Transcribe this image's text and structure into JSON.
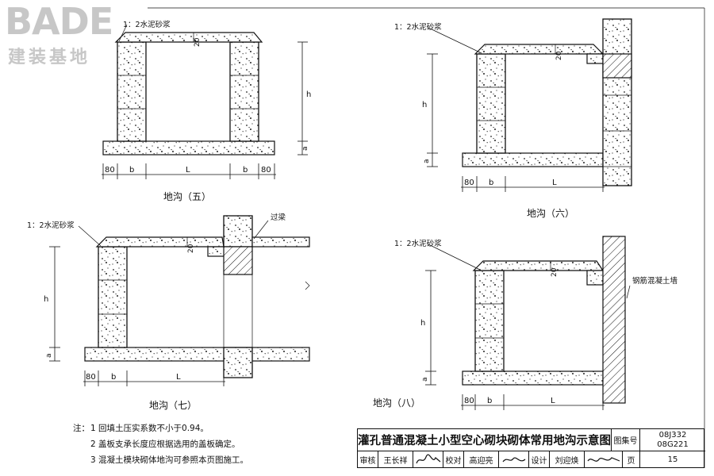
{
  "logo": {
    "word": "BADE",
    "sub": "建装基地"
  },
  "mortar_label": "1：2水泥砂浆",
  "lintel_label": "过梁",
  "rc_wall_label": "钢筋混凝土墙",
  "dims": {
    "w80": "80",
    "b": "b",
    "L": "L",
    "h": "h",
    "a": "a",
    "t20": "20"
  },
  "captions": {
    "d5": "地沟（五）",
    "d6": "地沟（六）",
    "d7": "地沟（七）",
    "d8": "地沟（八）"
  },
  "notes": {
    "label": "注：",
    "items": [
      "1  回填土压实系数不小于0.94。",
      "2  盖板支承长度应根据选用的盖板确定。",
      "3  混凝土模块砌体地沟可参照本页图施工。"
    ]
  },
  "title_block": {
    "title": "灌孔普通混凝土小型空心砌块砌体常用地沟示意图",
    "set_label": "图集号",
    "set_no_1": "08J332",
    "set_no_2": "08G221",
    "review_label": "审核",
    "review_name": "王长祥",
    "check_label": "校对",
    "check_name": "高迎亮",
    "design_label": "设计",
    "design_name": "刘迎焕",
    "page_label": "页",
    "page_no": "15"
  }
}
